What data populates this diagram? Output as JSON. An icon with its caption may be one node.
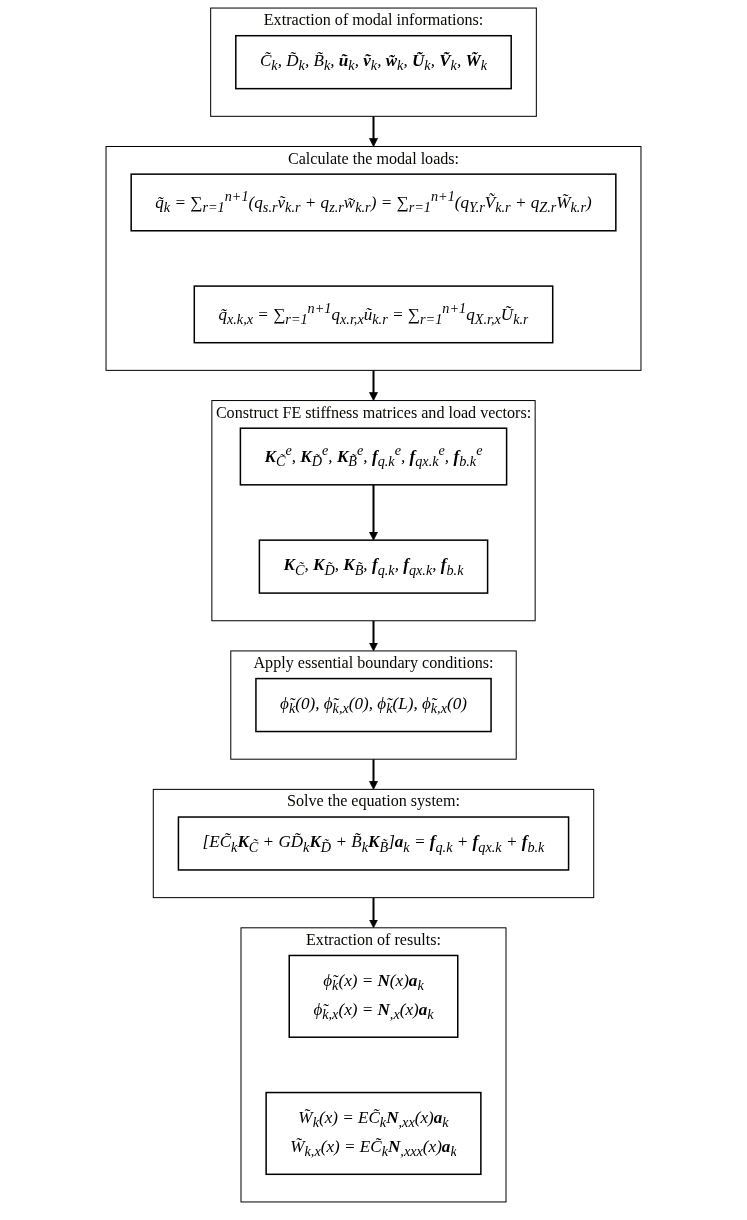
{
  "diagram": {
    "nodes": [
      {
        "text": [
          "Extraction of modal informations:"
        ]
      },
      {
        "text": [
          "C̃$_{k}$, D̃$_{k}$, B̃$_{k}$, **ũ**$_{k}$, **ṽ**$_{k}$, **w̃**$_{k}$, **Ũ**$_{k}$, **Ṽ**$_{k}$, **W̃**$_{k}$"
        ],
        "in": 0
      },
      {
        "text": [
          "Calculate the modal loads:"
        ]
      },
      {
        "text": [
          "q̃$_{k}$ = ∑$_{r=1}$$^{n+1}$(q$_{s.r}$ṽ$_{k.r}$ + q$_{z.r}$w̃$_{k.r}$) = ∑$_{r=1}$$^{n+1}$(q$_{Y.r}$Ṽ$_{k.r}$ + q$_{Z.r}$W̃$_{k.r}$)"
        ],
        "in": 2
      },
      {
        "text": [
          "q̃$_{x.k,x}$ = ∑$_{r=1}$$^{n+1}$q$_{x.r,x}$ũ$_{k.r}$ = ∑$_{r=1}$$^{n+1}$q$_{X.r,x}$Ũ$_{k.r}$"
        ],
        "in": 2
      },
      {
        "text": [
          "Construct FE stiffness matrices and load vectors:"
        ]
      },
      {
        "text": [
          "**K**$_{C̃}$$^{e}$, **K**$_{D̃}$$^{e}$, **K**$_{B̃}$$^{e}$, **f**$_{q.k}$$^{e}$, **f**$_{qx.k}$$^{e}$, **f**$_{b.k}$$^{e}$"
        ],
        "in": 5
      },
      {
        "text": [
          "**K**$_{C̃}$, **K**$_{D̃}$, **K**$_{B̃}$, **f**$_{q.k}$, **f**$_{qx.k}$, **f**$_{b.k}$"
        ],
        "in": 5
      },
      {
        "text": [
          "Apply essential boundary conditions:"
        ]
      },
      {
        "text": [
          "ϕ̃$_{k}$(0), ϕ̃$_{k,x}$(0), ϕ̃$_{k}$(L), ϕ̃$_{k,x}$(0)"
        ],
        "in": 8
      },
      {
        "text": [
          "Solve the equation system:"
        ]
      },
      {
        "text": [
          "[EC̃$_{k}$**K**$_{C̃}$ + GD̃$_{k}$**K**$_{D̃}$ + B̃$_{k}$**K**$_{B̃}$]**a**$_{k}$ = **f**$_{q.k}$ + **f**$_{qx.k}$ + **f**$_{b.k}$"
        ],
        "in": 10
      },
      {
        "text": [
          "Extraction of results:"
        ]
      },
      {
        "text": [
          "ϕ̃$_{k}$(x) = **N**(x)**a**$_{k}$",
          "ϕ̃$_{k,x}$(x) = **N**$_{,x}$(x)**a**$_{k}$"
        ],
        "in": 12
      },
      {
        "text": [
          "W̃$_{k}$(x) = EC̃$_{k}$**N**$_{,xx}$(x)**a**$_{k}$",
          "W̃$_{k,x}$(x) = EC̃$_{k}$**N**$_{,xxx}$(x)**a**$_{k}$"
        ],
        "in": 12
      }
    ],
    "edges": [
      {
        "from": 0,
        "to": 2,
        "arrow": "to"
      },
      {
        "from": 2,
        "to": 5,
        "arrow": "to"
      },
      {
        "from": 6,
        "to": 7,
        "arrow": "to"
      },
      {
        "from": 5,
        "to": 8,
        "arrow": "to"
      },
      {
        "from": 8,
        "to": 10,
        "arrow": "to"
      },
      {
        "from": 10,
        "to": 12,
        "arrow": "to"
      }
    ]
  }
}
